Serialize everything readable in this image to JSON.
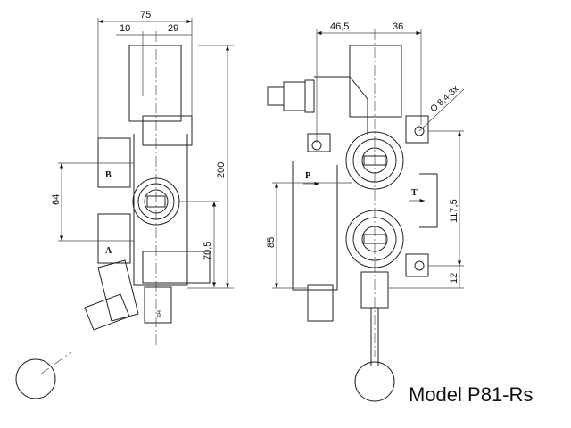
{
  "title": "Model P81-Rs",
  "side_view": {
    "dims": {
      "width_total": "75",
      "offset_a": "10",
      "offset_b": "29",
      "height": "200",
      "port_spacing": "64",
      "port_height": "70,5"
    },
    "ports": {
      "b": "B",
      "a": "A"
    },
    "lever_label": "Rs"
  },
  "front_view": {
    "dims": {
      "left": "46,5",
      "right": "36",
      "hole_spacing": "117,5",
      "inlet_height": "85",
      "hole_offset": "12",
      "hole_note": "Ø 8,4-3x"
    },
    "ports": {
      "p": "P",
      "t": "T"
    }
  }
}
